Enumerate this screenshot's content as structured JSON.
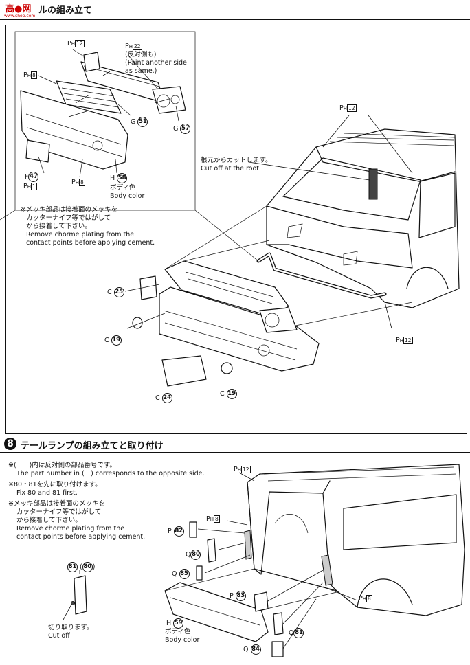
{
  "step7": {
    "title": "ルの組み立て",
    "watermark_chars": "高●网",
    "watermark_url": "www.shop.com"
  },
  "inset": {
    "label_ph12": "12",
    "label_ph8": "8",
    "label_ph22": "22",
    "paint_jp": "(反対側も)",
    "paint_en1": "(Paint another side",
    "paint_en2": "as same.)",
    "g51_letter": "G",
    "g51_num": "51",
    "g57_letter": "G",
    "g57_num": "57",
    "f47_letter": "F",
    "f47_num": "47",
    "ph1": "1",
    "ph8b": "8",
    "h58_letter": "H",
    "h58_num": "58",
    "body_jp": "ボディ色",
    "body_en": "Body color",
    "note_jp1": "※メッキ部品は接着面のメッキを",
    "note_jp2": "カッターナイフ等ではがして",
    "note_jp3": "から接着して下さい。",
    "note_en1": "Remove chorme plating from the",
    "note_en2": "contact points before applying cement."
  },
  "main7": {
    "ph12_top": "12",
    "cut_jp": "根元からカットします。",
    "cut_en": "Cut off at the root.",
    "c25_letter": "C",
    "c25_num": "25",
    "c19a_letter": "C",
    "c19a_num": "19",
    "c24_letter": "C",
    "c24_num": "24",
    "c19b_letter": "C",
    "c19b_num": "19",
    "ph12_bottom": "12"
  },
  "step8": {
    "number": "8",
    "title": "テールランプの組み立てと取り付け",
    "n1_jp": "※(　　)内は反対側の部品番号です。",
    "n1_en": "The part number in (　) corresponds to the opposite side.",
    "n2_jp": "※80・81を先に取り付けます。",
    "n2_en": "Fix 80 and 81 first.",
    "n3_jp1": "※メッキ部品は接着面のメッキを",
    "n3_jp2": "カッターナイフ等ではがして",
    "n3_jp3": "から接着して下さい。",
    "n3_en1": "Remove chorme plating from the",
    "n3_en2": "contact points before applying cement.",
    "d81": "81",
    "d80": "80",
    "cut_jp": "切り取ります。",
    "cut_en": "Cut off",
    "ph12": "12",
    "ph8a": "8",
    "ph8b": "8",
    "p82_letter": "P",
    "p82_num": "82",
    "q80_letter": "Q",
    "q80_num": "80",
    "q85_letter": "Q",
    "q85_num": "85",
    "p83_letter": "P",
    "p83_num": "83",
    "h59_letter": "H",
    "h59_num": "59",
    "body_jp": "ボディ色",
    "body_en": "Body color",
    "q81_letter": "Q",
    "q81_num": "81",
    "q84_letter": "Q",
    "q84_num": "84"
  }
}
